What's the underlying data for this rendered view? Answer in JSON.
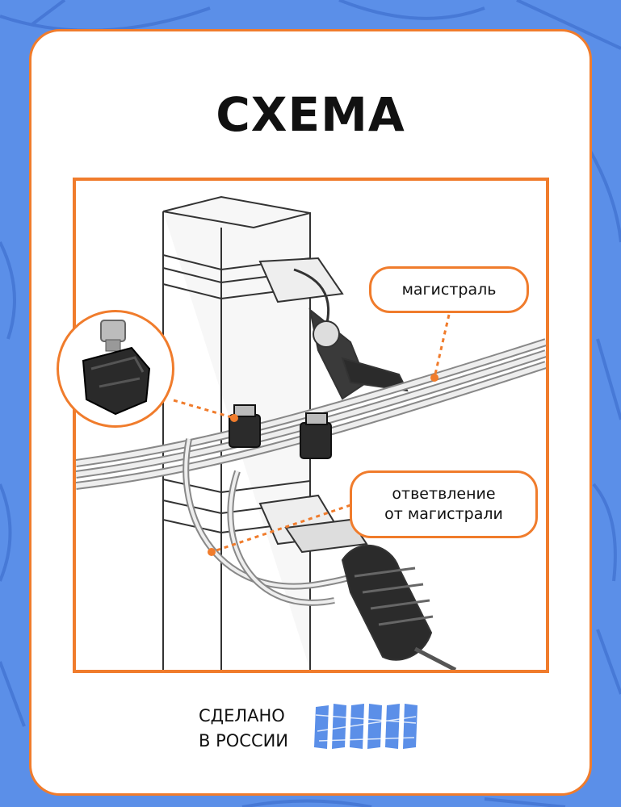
{
  "title": "СХЕМА",
  "callouts": {
    "main_line": "магистраль",
    "branch_line": "ответвление\nот магистрали"
  },
  "footer": {
    "line1": "СДЕЛАНО",
    "line2": "В РОССИИ"
  },
  "colors": {
    "background": "#5b8fe8",
    "accent": "#f07c2c",
    "card": "#ffffff"
  }
}
